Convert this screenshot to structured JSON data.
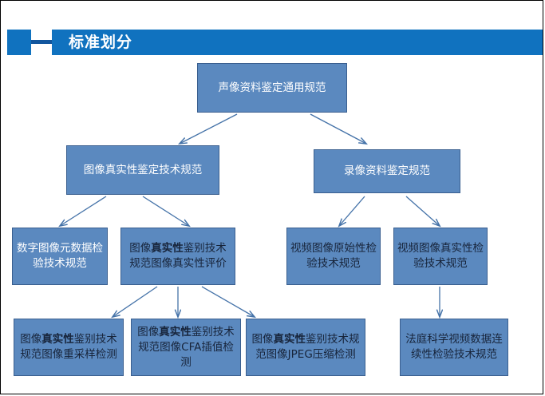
{
  "slide": {
    "title": "标准划分",
    "accent_color": "#1072BF",
    "node_fill": "#5B89BF",
    "node_border": "#3A5F8F",
    "arrow_color": "#4472A8"
  },
  "diagram": {
    "type": "tree",
    "nodes": [
      {
        "id": "n-root",
        "level": 0,
        "text": "声像资料鉴定通用规范",
        "text_color": "light",
        "bold_segment": ""
      },
      {
        "id": "n-image-std",
        "level": 1,
        "text": "图像真实性鉴定技术规范",
        "text_color": "light",
        "bold_segment": ""
      },
      {
        "id": "n-video-std",
        "level": 1,
        "text": "录像资料鉴定规范",
        "text_color": "light",
        "bold_segment": ""
      },
      {
        "id": "n-meta",
        "level": 2,
        "text": "数字图像元数据检验技术规范",
        "text_color": "light",
        "bold_segment": ""
      },
      {
        "id": "n-eval",
        "level": 2,
        "text_pre": "图像",
        "bold_segment": "真实性",
        "text_post": "鉴别技术规范图像真实性评价",
        "text": "图像真实性鉴别技术规范图像真实性评价",
        "text_color": "dark"
      },
      {
        "id": "n-video-origin",
        "level": 2,
        "text": "视频图像原始性检验技术规范",
        "text_color": "dark",
        "bold_segment": ""
      },
      {
        "id": "n-video-auth",
        "level": 2,
        "text": "视频图像真实性检验技术规范",
        "text_color": "dark",
        "bold_segment": ""
      },
      {
        "id": "n-resample",
        "level": 3,
        "text_pre": "图像",
        "bold_segment": "真实性",
        "text_post": "鉴别技术规范图像重采样检测",
        "text": "图像真实性鉴别技术规范图像重采样检测",
        "text_color": "dark"
      },
      {
        "id": "n-cfa",
        "level": 3,
        "text_pre": "图像",
        "bold_segment": "真实性",
        "text_post": "鉴别技术规范图像CFA插值检测",
        "text": "图像真实性鉴别技术规范图像CFA插值检测",
        "text_color": "dark"
      },
      {
        "id": "n-jpeg",
        "level": 3,
        "text_pre": "图像",
        "bold_segment": "真实性",
        "text_post": "鉴别技术规范图像JPEG压缩检测",
        "text": "图像真实性鉴别技术规范图像JPEG压缩检测",
        "text_color": "dark"
      },
      {
        "id": "n-continuity",
        "level": 3,
        "text": "法庭科学视频数据连续性检验技术规范",
        "text_color": "dark",
        "bold_segment": ""
      }
    ],
    "edges": [
      {
        "from": "n-root",
        "to": "n-image-std"
      },
      {
        "from": "n-root",
        "to": "n-video-std"
      },
      {
        "from": "n-image-std",
        "to": "n-meta"
      },
      {
        "from": "n-image-std",
        "to": "n-eval"
      },
      {
        "from": "n-video-std",
        "to": "n-video-origin"
      },
      {
        "from": "n-video-std",
        "to": "n-video-auth"
      },
      {
        "from": "n-eval",
        "to": "n-resample"
      },
      {
        "from": "n-eval",
        "to": "n-cfa"
      },
      {
        "from": "n-eval",
        "to": "n-jpeg"
      },
      {
        "from": "n-video-auth",
        "to": "n-continuity"
      }
    ]
  }
}
